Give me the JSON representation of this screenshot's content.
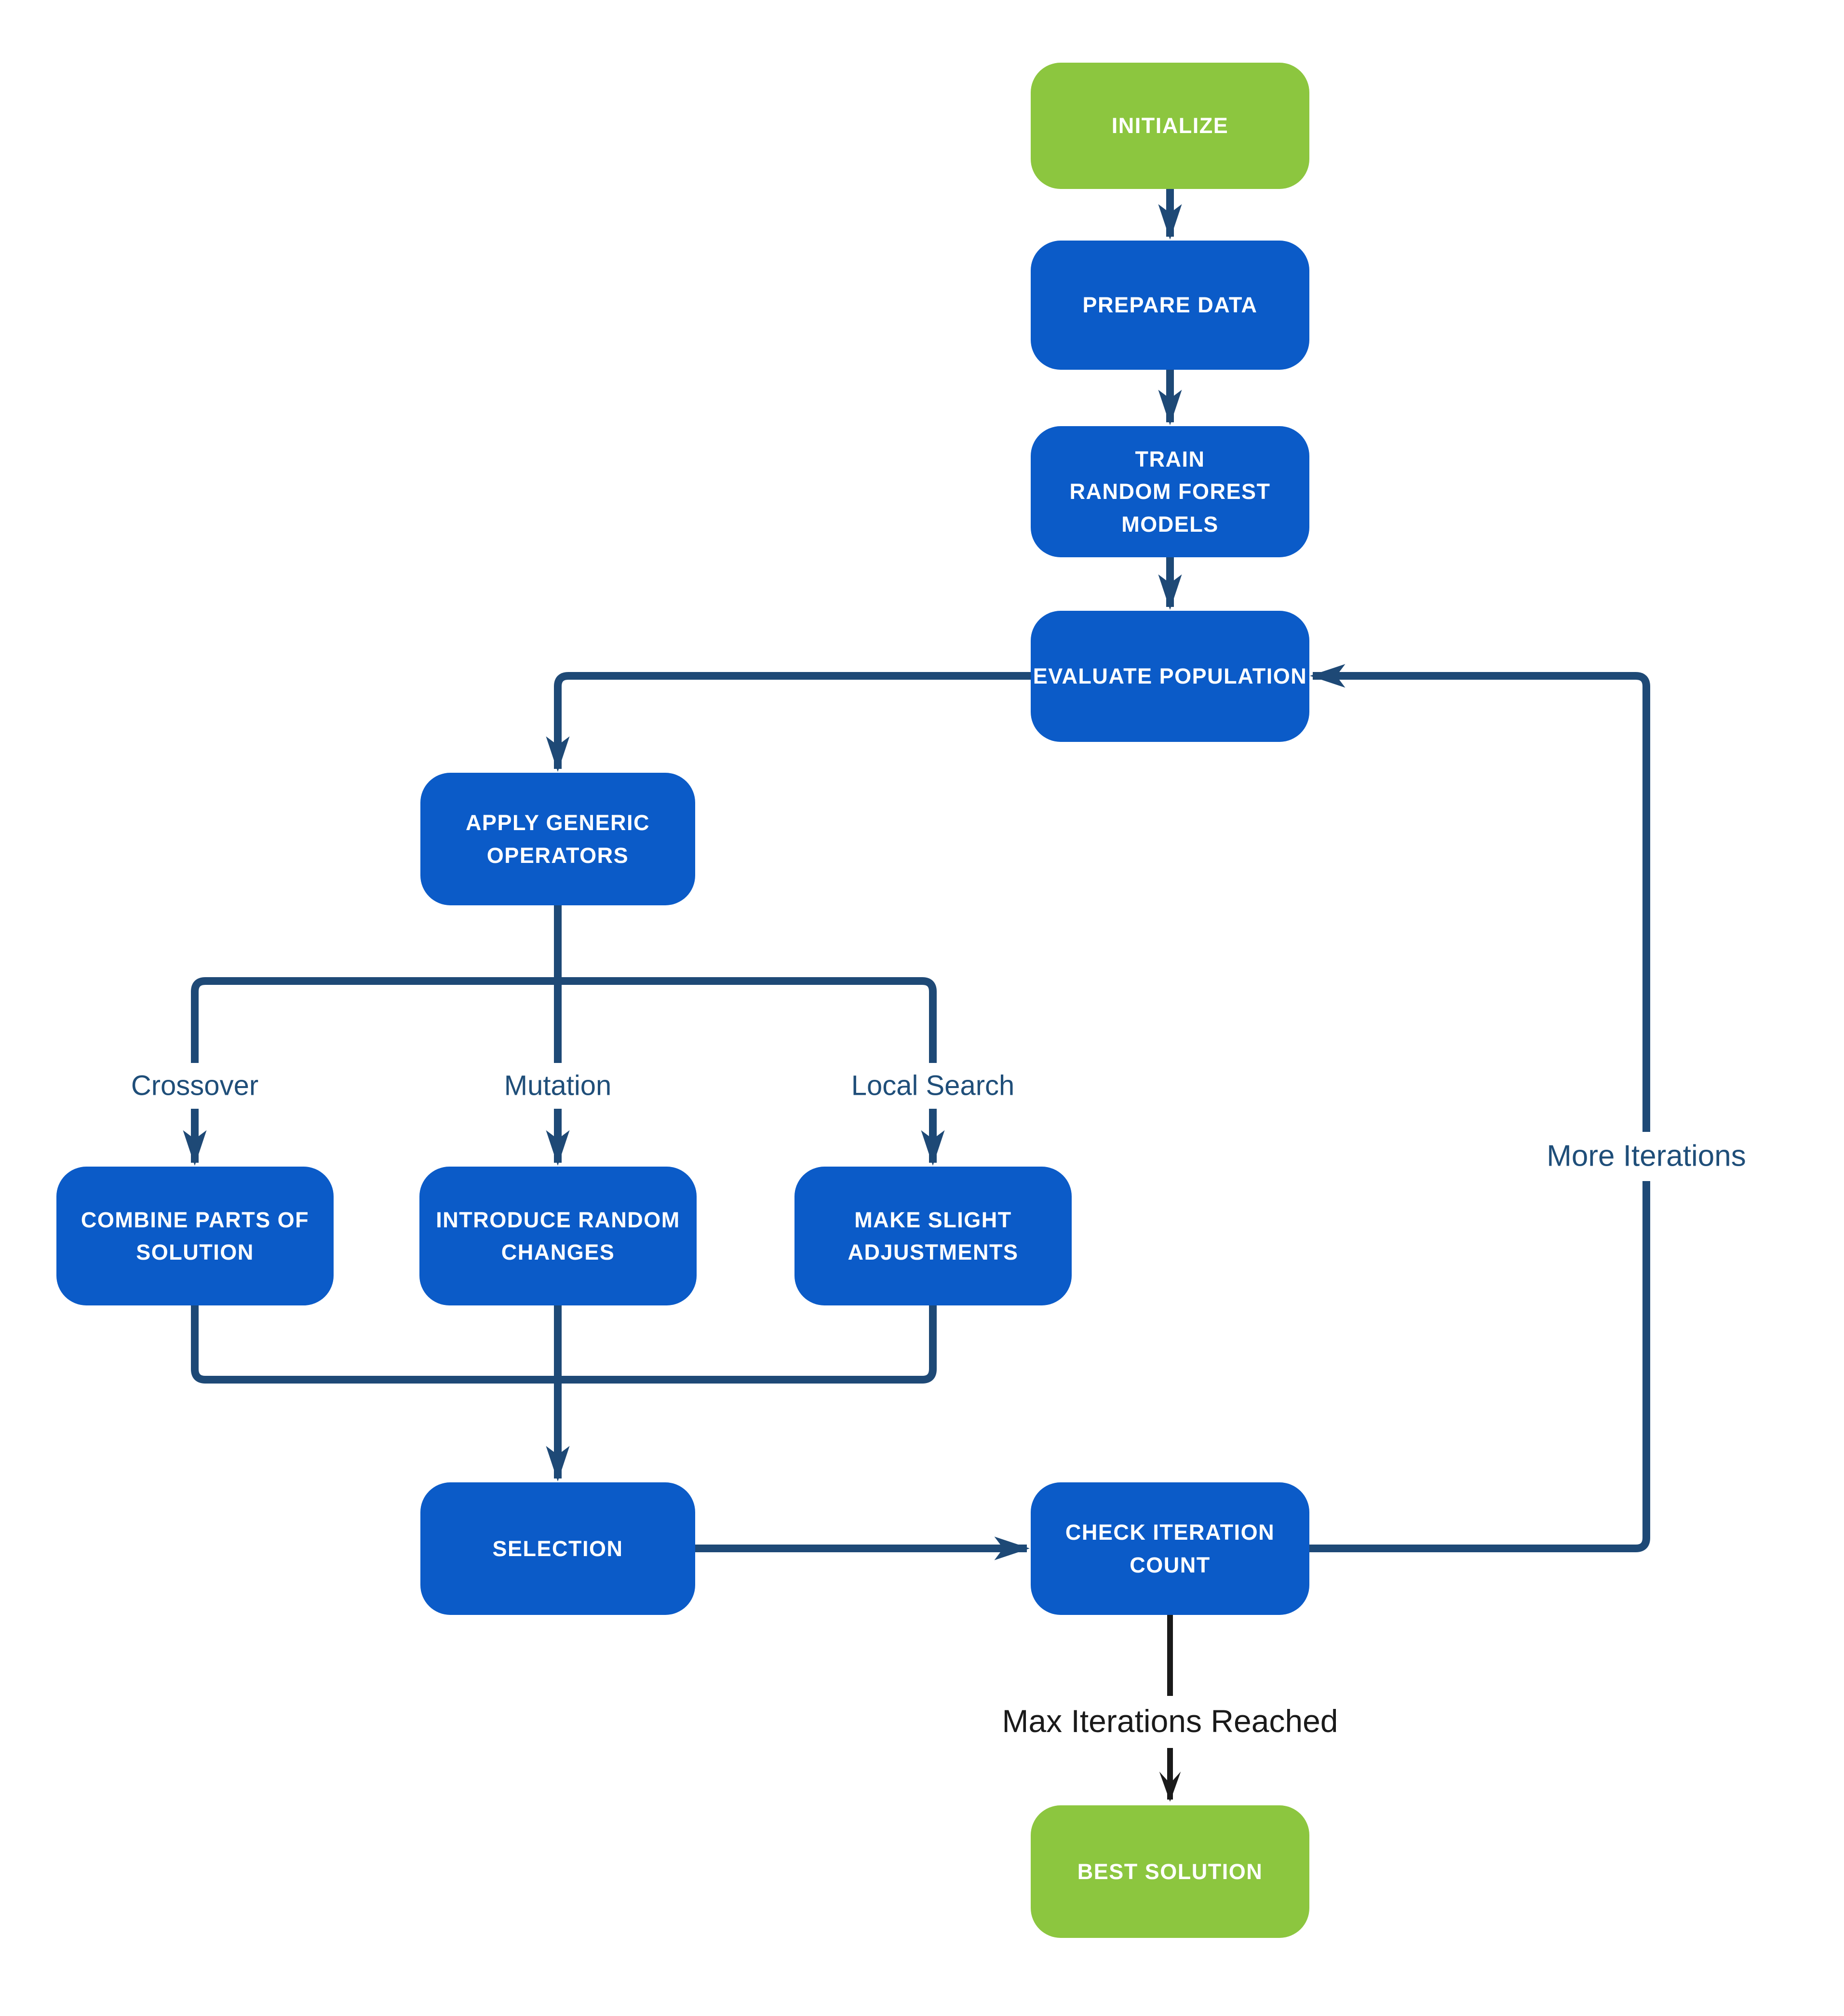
{
  "diagram": {
    "type": "flowchart",
    "background": "#ffffff",
    "colors": {
      "process_fill": "#0b5bc8",
      "terminal_fill": "#8cc63f",
      "node_text": "#ffffff",
      "connector": "#1e4976",
      "connector_label": "#1f4e79",
      "final_connector": "#1a1a1a"
    },
    "nodes": {
      "initialize": {
        "label": "INITIALIZE",
        "kind": "start"
      },
      "prepare_data": {
        "label": "PREPARE DATA",
        "kind": "process"
      },
      "train_random_forest": {
        "lines": [
          "TRAIN",
          "RANDOM FOREST",
          "MODELS"
        ],
        "kind": "process"
      },
      "evaluate_population": {
        "label": "EVALUATE POPULATION",
        "kind": "process"
      },
      "apply_generic_operators": {
        "lines": [
          "APPLY GENERIC",
          "OPERATORS"
        ],
        "kind": "process"
      },
      "combine_parts_of_solution": {
        "lines": [
          "COMBINE PARTS OF",
          "SOLUTION"
        ],
        "kind": "process"
      },
      "introduce_random_changes": {
        "lines": [
          "INTRODUCE RANDOM",
          "CHANGES"
        ],
        "kind": "process"
      },
      "make_slight_adjustments": {
        "lines": [
          "MAKE SLIGHT",
          "ADJUSTMENTS"
        ],
        "kind": "process"
      },
      "selection": {
        "label": "SELECTION",
        "kind": "process"
      },
      "check_iteration_count": {
        "label": "CHECK ITERATION COUNT",
        "kind": "process"
      },
      "best_solution": {
        "label": "BEST SOLUTION",
        "kind": "end"
      }
    },
    "edge_labels": {
      "crossover": "Crossover",
      "mutation": "Mutation",
      "local_search": "Local Search",
      "more_iterations": "More Iterations",
      "max_iterations_reached": "Max Iterations Reached"
    },
    "edges": [
      {
        "from": "INITIALIZE",
        "to": "PREPARE DATA"
      },
      {
        "from": "PREPARE DATA",
        "to": "TRAIN RANDOM FOREST MODELS"
      },
      {
        "from": "TRAIN RANDOM FOREST MODELS",
        "to": "EVALUATE POPULATION"
      },
      {
        "from": "EVALUATE POPULATION",
        "to": "APPLY GENERIC OPERATORS"
      },
      {
        "from": "APPLY GENERIC OPERATORS",
        "to": "COMBINE PARTS OF SOLUTION",
        "label": "Crossover"
      },
      {
        "from": "APPLY GENERIC OPERATORS",
        "to": "INTRODUCE RANDOM CHANGES",
        "label": "Mutation"
      },
      {
        "from": "APPLY GENERIC OPERATORS",
        "to": "MAKE SLIGHT ADJUSTMENTS",
        "label": "Local Search"
      },
      {
        "from": "COMBINE PARTS OF SOLUTION",
        "to": "SELECTION"
      },
      {
        "from": "INTRODUCE RANDOM CHANGES",
        "to": "SELECTION"
      },
      {
        "from": "MAKE SLIGHT ADJUSTMENTS",
        "to": "SELECTION"
      },
      {
        "from": "SELECTION",
        "to": "CHECK ITERATION COUNT"
      },
      {
        "from": "CHECK ITERATION COUNT",
        "to": "EVALUATE POPULATION",
        "label": "More Iterations"
      },
      {
        "from": "CHECK ITERATION COUNT",
        "to": "BEST SOLUTION",
        "label": "Max Iterations Reached"
      }
    ]
  }
}
